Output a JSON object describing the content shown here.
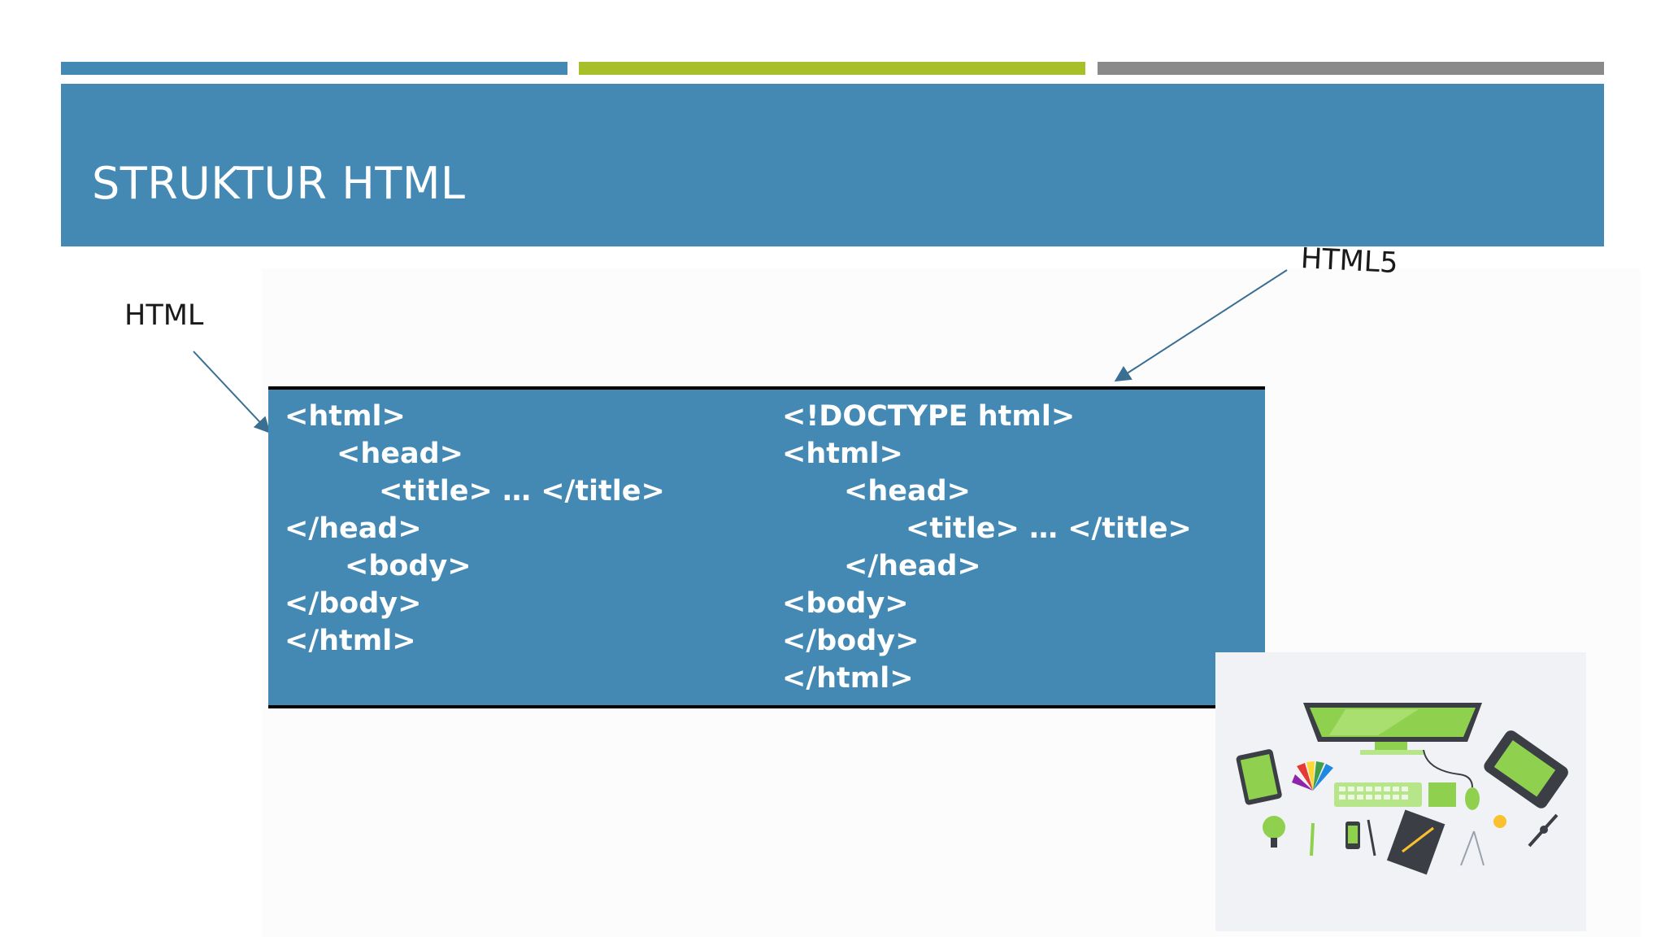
{
  "slide": {
    "title": "STRUKTUR HTML",
    "accent_colors": {
      "blue": "#4389b4",
      "green": "#a8bf2a",
      "gray": "#8a8a8a"
    }
  },
  "labels": {
    "html": "HTML",
    "html5": "HTML5"
  },
  "code": {
    "html": [
      {
        "text": "<html>",
        "indent": 0
      },
      {
        "text": "<head>",
        "indent": 1
      },
      {
        "text": "<title> … </title>",
        "indent": 2
      },
      {
        "text": "</head>",
        "indent": 0
      },
      {
        "text": "<body>",
        "indent": 1
      },
      {
        "text": "</body>",
        "indent": 0
      },
      {
        "text": "</html>",
        "indent": 0
      }
    ],
    "html5": [
      {
        "text": "<!DOCTYPE html>",
        "indent": 0
      },
      {
        "text": "<html>",
        "indent": 0
      },
      {
        "text": "<head>",
        "indent": 1
      },
      {
        "text": "<title> … </title>",
        "indent": 2
      },
      {
        "text": "</head>",
        "indent": 1
      },
      {
        "text": "<body>",
        "indent": 0
      },
      {
        "text": "</body>",
        "indent": 0
      },
      {
        "text": "</html>",
        "indent": 0
      }
    ]
  },
  "illustration": {
    "icon": "workspace-desk-illustration-icon"
  }
}
